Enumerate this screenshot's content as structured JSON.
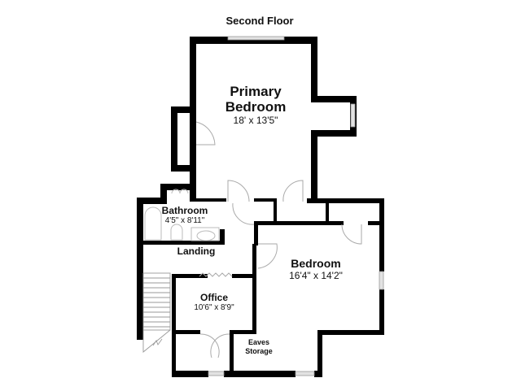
{
  "title": "Second Floor",
  "rooms": {
    "primary_bedroom": {
      "name_line1": "Primary",
      "name_line2": "Bedroom",
      "dimensions": "18' x 13'5\""
    },
    "bathroom": {
      "name": "Bathroom",
      "dimensions": "4'5\" x 8'11\""
    },
    "landing": {
      "name": "Landing"
    },
    "bedroom": {
      "name": "Bedroom",
      "dimensions": "16'4\" x 14'2\""
    },
    "office": {
      "name": "Office",
      "dimensions": "10'6\" x 8'9\""
    },
    "eaves_storage": {
      "name_line1": "Eaves",
      "name_line2": "Storage"
    }
  },
  "colors": {
    "wall": "#000000",
    "window": "#d8d8d8",
    "door_arc": "#aaaaaa",
    "background": "#ffffff"
  }
}
